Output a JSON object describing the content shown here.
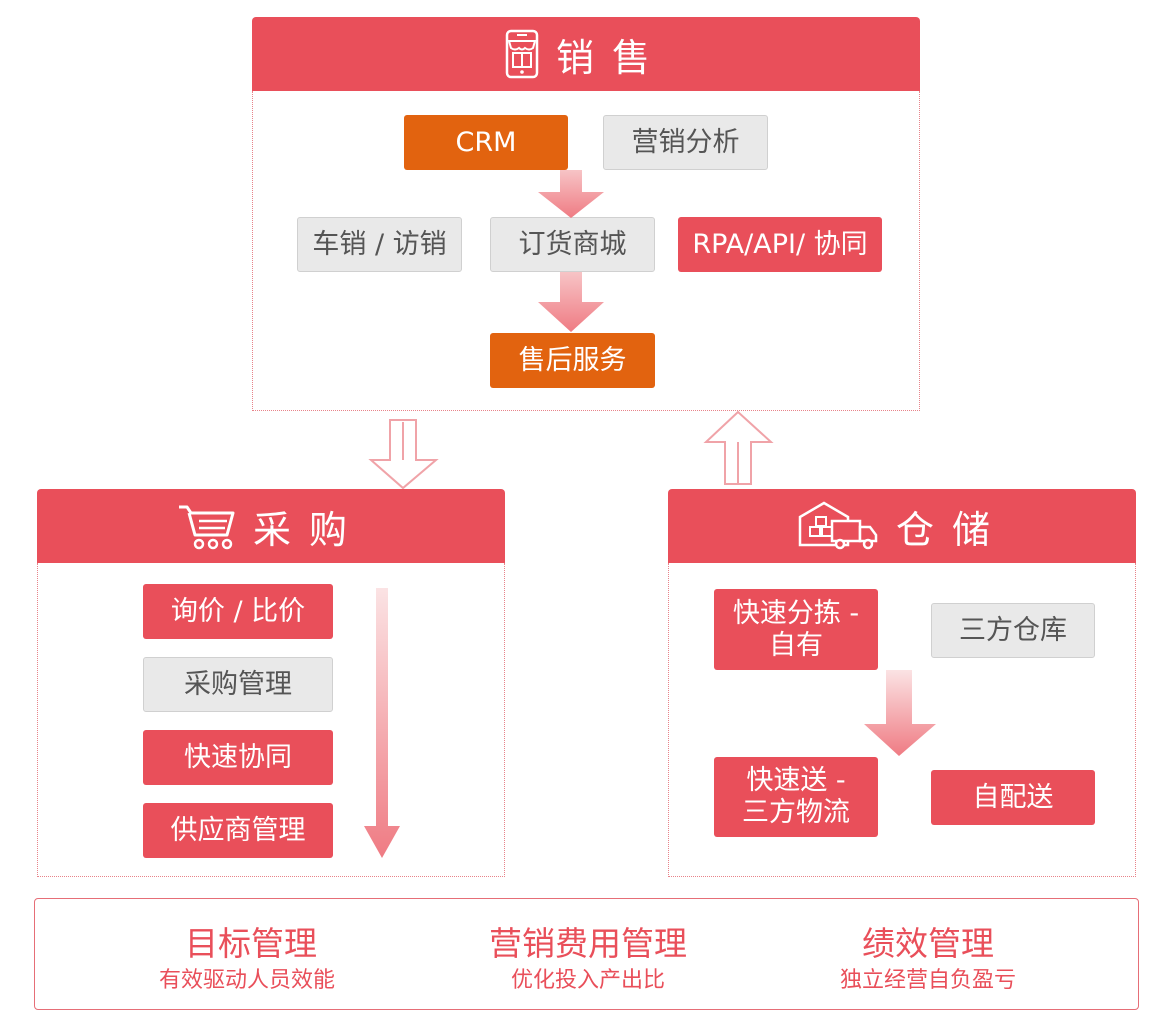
{
  "sales": {
    "title": "销售",
    "items": {
      "crm": "CRM",
      "marketing_analysis": "营销分析",
      "van_visit": "车销 / 访销",
      "order_mall": "订货商城",
      "rpa": "RPA/API/ 协同",
      "after_sales": "售后服务"
    }
  },
  "purchase": {
    "title": "采购",
    "items": [
      "询价 / 比价",
      "采购管理",
      "快速协同",
      "供应商管理"
    ]
  },
  "warehouse": {
    "title": "仓储",
    "items": {
      "quick_sort_line1": "快速分拣 -",
      "quick_sort_line2": "自有",
      "third_party_warehouse": "三方仓库",
      "quick_delivery_line1": "快速送 -",
      "quick_delivery_line2": "三方物流",
      "self_delivery": "自配送"
    }
  },
  "footer": [
    {
      "title": "目标管理",
      "subtitle": "有效驱动人员效能"
    },
    {
      "title": "营销费用管理",
      "subtitle": "优化投入产出比"
    },
    {
      "title": "绩效管理",
      "subtitle": "独立经营自负盈亏"
    }
  ],
  "colors": {
    "brand_red": "#e94f5a",
    "orange": "#e2630f",
    "gray_box": "#e9e9e9"
  },
  "icons": {
    "sales": "storefront-phone-icon",
    "purchase": "shopping-cart-icon",
    "warehouse": "warehouse-truck-icon"
  }
}
